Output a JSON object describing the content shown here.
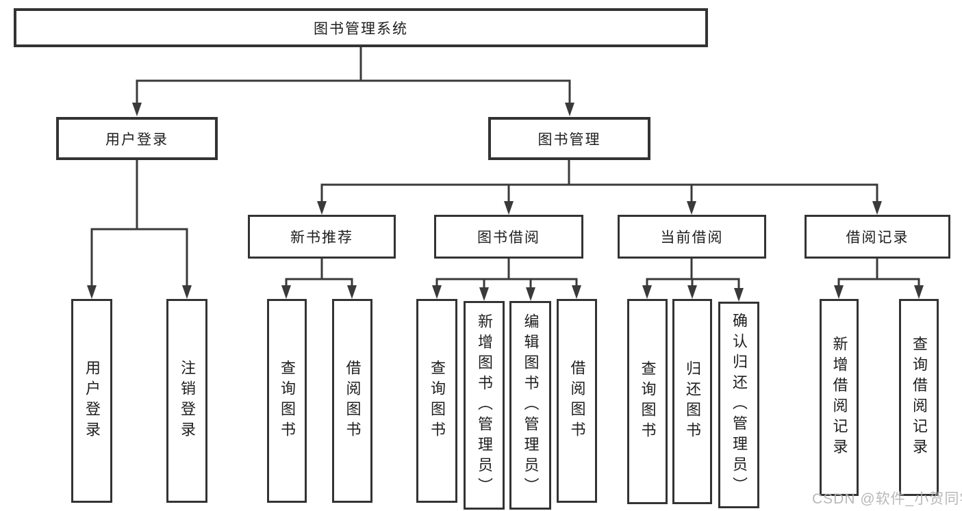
{
  "tree": {
    "root": {
      "label": "图书管理系统"
    },
    "user_login": {
      "label": "用户登录",
      "children": [
        {
          "label": "用户登录"
        },
        {
          "label": "注销登录"
        }
      ]
    },
    "book_mgmt": {
      "label": "图书管理",
      "children": [
        {
          "label": "新书推荐",
          "children": [
            {
              "label": "查询图书"
            },
            {
              "label": "借阅图书"
            }
          ]
        },
        {
          "label": "图书借阅",
          "children": [
            {
              "label": "查询图书"
            },
            {
              "label": "新增图书（管理员）"
            },
            {
              "label": "编辑图书（管理员）"
            },
            {
              "label": "借阅图书"
            }
          ]
        },
        {
          "label": "当前借阅",
          "children": [
            {
              "label": "查询图书"
            },
            {
              "label": "归还图书"
            },
            {
              "label": "确认归还（管理员）"
            }
          ]
        },
        {
          "label": "借阅记录",
          "children": [
            {
              "label": "新增借阅记录"
            },
            {
              "label": "查询借阅记录"
            }
          ]
        }
      ]
    }
  },
  "watermark": {
    "text": "CSDN @软件_小贺同学"
  },
  "colors": {
    "line": "#3a3a3a",
    "border": "#333333",
    "text": "#1e1e1e",
    "watermark": "#b0b0b0",
    "background": "#ffffff"
  }
}
